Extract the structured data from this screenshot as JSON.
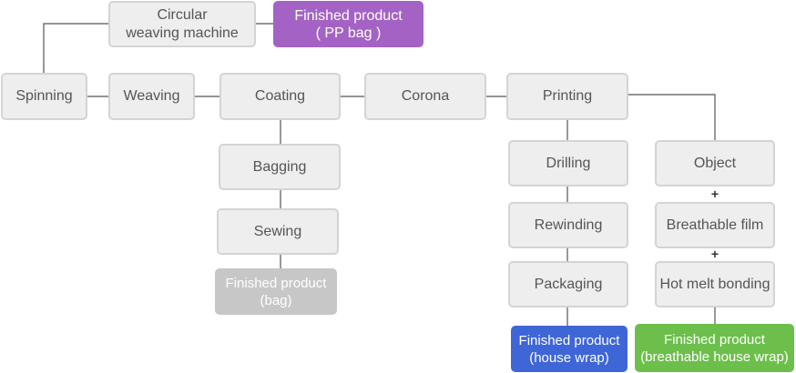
{
  "nodes": {
    "circular_weaving": {
      "line1": "Circular",
      "line2": "weaving machine"
    },
    "fp_pp_bag": {
      "line1": "Finished product",
      "line2": "( PP bag )"
    },
    "spinning": "Spinning",
    "weaving": "Weaving",
    "coating": "Coating",
    "corona": "Corona",
    "printing": "Printing",
    "bagging": "Bagging",
    "sewing": "Sewing",
    "fp_bag": {
      "line1": "Finished product",
      "line2": "(bag)"
    },
    "drilling": "Drilling",
    "rewinding": "Rewinding",
    "packaging": "Packaging",
    "fp_house_wrap": {
      "line1": "Finished product",
      "line2": "(house wrap)"
    },
    "object": "Object",
    "breathable_film": "Breathable film",
    "hot_melt_bonding": "Hot melt bonding",
    "fp_breathable_house_wrap": {
      "line1": "Finished product",
      "line2": "(breathable house wrap)"
    }
  },
  "connectors": {
    "plus_symbol": "+"
  },
  "colors": {
    "process_box": "#eeeeee",
    "process_border": "#d4d4d4",
    "line": "#555555",
    "fp_pp_bag": "#a463c4",
    "fp_bag": "#c7c7c7",
    "fp_house_wrap": "#3f66d6",
    "fp_breathable_house_wrap": "#6cbf4b"
  }
}
